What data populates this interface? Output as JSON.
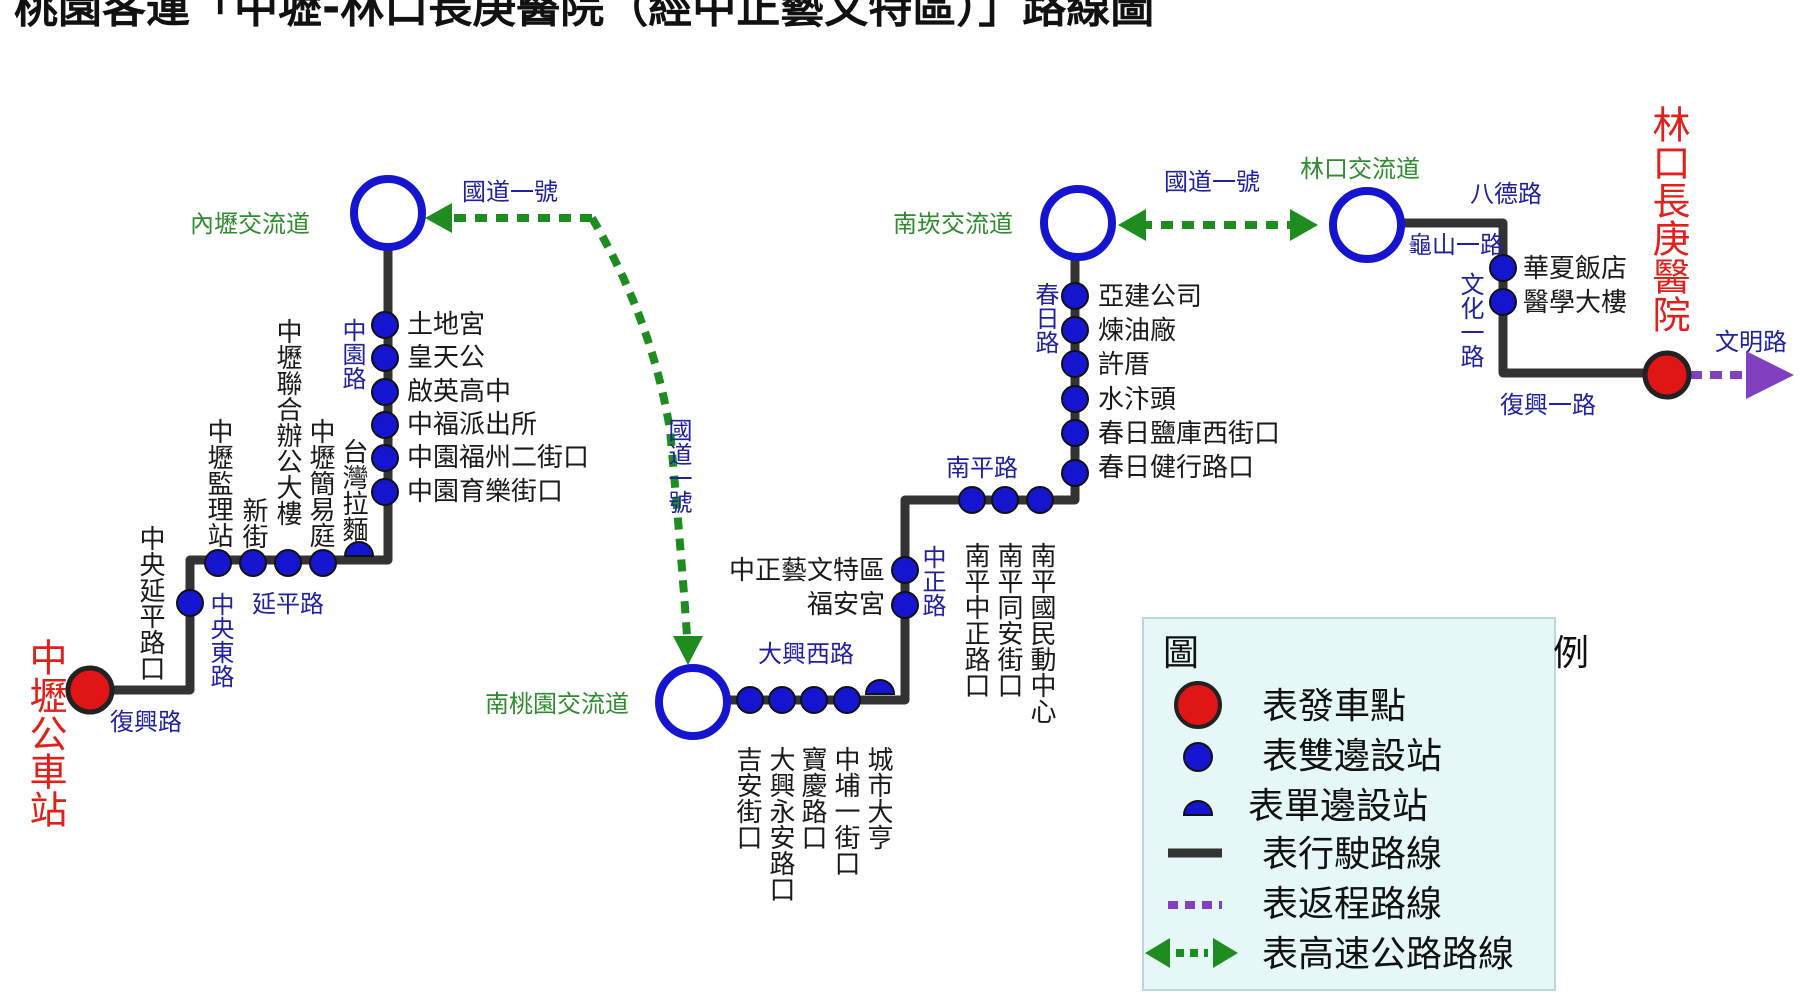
{
  "title": "桃園客運「中壢-林口長庚醫院（經中正藝文特區）」路線圖",
  "terminals": {
    "start": "中壢公車站",
    "end": "林口長庚醫院"
  },
  "interchanges": {
    "neili": "內壢交流道",
    "nantaoyuan": "南桃園交流道",
    "nankan": "南崁交流道",
    "linkou": "林口交流道"
  },
  "highway_labels": {
    "h1": "國道一號",
    "h2": "國道一號",
    "h3": "國道一號"
  },
  "roads": {
    "fuxing1": "復興路",
    "zhongyang_east": "中央東路",
    "yanping": "延平路",
    "zhongyuan": "中園路",
    "daxing_west": "大興西路",
    "zhongzheng": "中正路",
    "nanping": "南平路",
    "chunri": "春日路",
    "guishan1": "龜山一路",
    "wenhua1": "文化一路",
    "fuxing_1st": "復興一路",
    "bade": "八德路",
    "wenming": "文明路"
  },
  "stops": {
    "zhongyang_yanping": "中央延平路口",
    "jianli": "中壢監理站",
    "xinjie": "新街",
    "lianhe": "中壢聯合辦公大樓",
    "jianyi": "中壢簡易庭",
    "taiwan_lamian": "台灣拉麵",
    "tudigong": "土地宮",
    "huangtiangong": "皇天公",
    "qiying": "啟英高中",
    "zhongfu": "中福派出所",
    "fuzhou2": "中園福州二街口",
    "yule": "中園育樂街口",
    "jian_an": "吉安街口",
    "daxing_yongan": "大興永安路口",
    "baoqing": "寶慶路口",
    "zhongpu1": "中埔一街口",
    "city_daheng": "城市大亨",
    "zhongzheng_art": "中正藝文特區",
    "fu_an": "福安宮",
    "nanping_zhongzheng": "南平中正路口",
    "nanping_tongan": "南平同安街口",
    "nanping_sports": "南平國民動中心",
    "yajian": "亞建公司",
    "lianyou": "煉油廠",
    "xucuo": "許厝",
    "shuizhitou": "水汴頭",
    "chunri_yanku": "春日鹽庫西街口",
    "chunri_jianxing": "春日健行路口",
    "huaxia": "華夏飯店",
    "yixue": "醫學大樓"
  },
  "legend": {
    "title_a": "圖",
    "title_b": "例",
    "items": [
      "表發車點",
      "表雙邊設站",
      "表單邊設站",
      "表行駛路線",
      "表返程路線",
      "表高速公路路線"
    ]
  },
  "colors": {
    "route": "#333333",
    "stop": "#1515d0",
    "terminal": "#e01515",
    "highway": "#1e8c1e",
    "return": "#8040c0",
    "legend_bg": "#e6f7f8"
  }
}
